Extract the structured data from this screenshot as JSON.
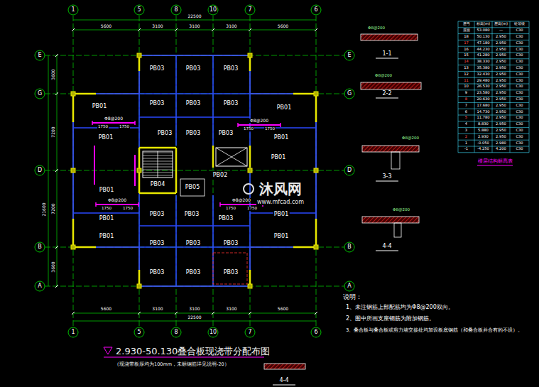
{
  "diagram": {
    "title": "2.930-50.130叠合板现浇带分配布图",
    "caption": "（现浇带板厚均为100mm，未标钢筋详见说明-20）",
    "labels": [
      "1",
      "5",
      "8",
      "10",
      "7",
      "6",
      "1",
      "5",
      "8",
      "10",
      "7",
      "6",
      "E",
      "G",
      "D",
      "B",
      "A",
      "E",
      "G",
      "D",
      "B",
      "A",
      "5600",
      "3100",
      "3100",
      "3100",
      "5600",
      "22500",
      "5600",
      "3100",
      "3100",
      "3100",
      "5600",
      "22500",
      "3600",
      "7200",
      "7200",
      "3600",
      "21600",
      "PB03",
      "PB03",
      "PB03",
      "PB03",
      "PB03",
      "PB03",
      "PB01",
      "PB01",
      "PB01",
      "PB01",
      "PB03",
      "PB03",
      "PB03",
      "PB01",
      "PB04",
      "PB05",
      "PB02",
      "PB01",
      "PB01",
      "PB01",
      "PB03",
      "PB03",
      "PB03",
      "PB01",
      "PB01",
      "PB03",
      "PB03",
      "PB03",
      "PB03",
      "PB03",
      "PB03",
      "Φ8@200",
      "1750",
      "1750",
      "Φ8@200",
      "1750",
      "1750",
      "Φ8@200",
      "1750",
      "1750",
      "Φ8@200",
      "1750",
      "1750",
      "1-1",
      "2-2",
      "3-3",
      "4-4",
      "4-4",
      "Φ8@200",
      "Φ8@200",
      "Φ8@200",
      "Φ8@200",
      "层号",
      "标高(m)",
      "层高(m)",
      "砼等级",
      "屋面",
      "53.080",
      "—",
      "C30",
      "18",
      "50.130",
      "2.950",
      "C30",
      "17",
      "47.180",
      "2.950",
      "C30",
      "16",
      "44.230",
      "2.950",
      "C30",
      "15",
      "41.280",
      "2.950",
      "C30",
      "14",
      "38.330",
      "2.950",
      "C30",
      "13",
      "35.380",
      "2.950",
      "C30",
      "12",
      "32.430",
      "2.950",
      "C30",
      "11",
      "29.480",
      "2.950",
      "C30",
      "10",
      "26.530",
      "2.950",
      "C30",
      "9",
      "23.580",
      "2.950",
      "C30",
      "8",
      "20.630",
      "2.950",
      "C30",
      "7",
      "17.680",
      "2.950",
      "C30",
      "6",
      "14.730",
      "2.950",
      "C30",
      "5",
      "11.780",
      "2.950",
      "C30",
      "4",
      "8.830",
      "2.950",
      "C30",
      "3",
      "5.880",
      "2.950",
      "C30",
      "2",
      "2.930",
      "2.950",
      "C30",
      "1",
      "-0.050",
      "2.980",
      "C30",
      "-1",
      "-4.250",
      "4.200",
      "C30",
      "楼层结构标高表",
      "说明：",
      "1、未注钢筋上部配筋均为Φ8@200双向。",
      "2、图中所画支座钢筋为附加钢筋。",
      "3、叠合板与叠合板或剪力墙交接处均加设板底钢筋（和叠合板并合有的不设）。",
      "沐风网",
      "www.mfcad.com"
    ]
  }
}
